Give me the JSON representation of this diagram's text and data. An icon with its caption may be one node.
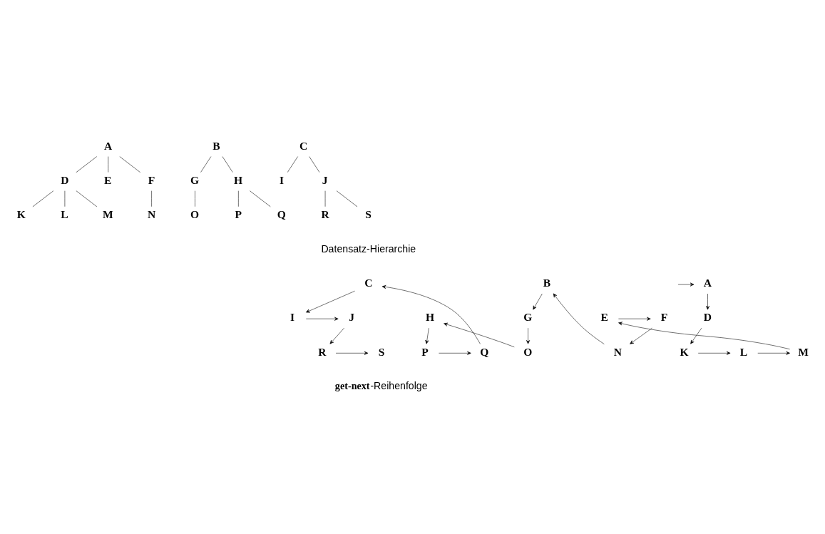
{
  "diagram": {
    "nodes": [
      {
        "text": [
          "A"
        ]
      },
      {
        "text": [
          "B"
        ]
      },
      {
        "text": [
          "C"
        ]
      },
      {
        "text": [
          "D"
        ]
      },
      {
        "text": [
          "E"
        ]
      },
      {
        "text": [
          "F"
        ]
      },
      {
        "text": [
          "G"
        ]
      },
      {
        "text": [
          "H"
        ]
      },
      {
        "text": [
          "I"
        ]
      },
      {
        "text": [
          "J"
        ]
      },
      {
        "text": [
          "K"
        ]
      },
      {
        "text": [
          "L"
        ]
      },
      {
        "text": [
          "M"
        ]
      },
      {
        "text": [
          "N"
        ]
      },
      {
        "text": [
          "O"
        ]
      },
      {
        "text": [
          "P"
        ]
      },
      {
        "text": [
          "Q"
        ]
      },
      {
        "text": [
          "R"
        ]
      },
      {
        "text": [
          "S"
        ]
      },
      {
        "text": [
          "A"
        ]
      },
      {
        "text": [
          "B"
        ]
      },
      {
        "text": [
          "C"
        ]
      },
      {
        "text": [
          "D"
        ]
      },
      {
        "text": [
          "E"
        ]
      },
      {
        "text": [
          "F"
        ]
      },
      {
        "text": [
          "G"
        ]
      },
      {
        "text": [
          "H"
        ]
      },
      {
        "text": [
          "I"
        ]
      },
      {
        "text": [
          "J"
        ]
      },
      {
        "text": [
          "K"
        ]
      },
      {
        "text": [
          "L"
        ]
      },
      {
        "text": [
          "M"
        ]
      },
      {
        "text": [
          "N"
        ]
      },
      {
        "text": [
          "O"
        ]
      },
      {
        "text": [
          "P"
        ]
      },
      {
        "text": [
          "Q"
        ]
      },
      {
        "text": [
          "R"
        ]
      },
      {
        "text": [
          "S"
        ]
      }
    ],
    "edges": [
      {
        "from": 0,
        "to": 3,
        "arrow": "none"
      },
      {
        "from": 0,
        "to": 4,
        "arrow": "none"
      },
      {
        "from": 0,
        "to": 5,
        "arrow": "none"
      },
      {
        "from": 3,
        "to": 10,
        "arrow": "none"
      },
      {
        "from": 3,
        "to": 11,
        "arrow": "none"
      },
      {
        "from": 3,
        "to": 12,
        "arrow": "none"
      },
      {
        "from": 5,
        "to": 13,
        "arrow": "none"
      },
      {
        "from": 1,
        "to": 6,
        "arrow": "none"
      },
      {
        "from": 1,
        "to": 7,
        "arrow": "none"
      },
      {
        "from": 6,
        "to": 14,
        "arrow": "none"
      },
      {
        "from": 7,
        "to": 15,
        "arrow": "none"
      },
      {
        "from": 7,
        "to": 16,
        "arrow": "none"
      },
      {
        "from": 2,
        "to": 8,
        "arrow": "none"
      },
      {
        "from": 2,
        "to": 9,
        "arrow": "none"
      },
      {
        "from": 9,
        "to": 17,
        "arrow": "none"
      },
      {
        "from": 9,
        "to": 18,
        "arrow": "none"
      },
      {
        "from": null,
        "to": 19,
        "arrow": "to"
      },
      {
        "from": 19,
        "to": 22,
        "arrow": "to"
      },
      {
        "from": 22,
        "to": 29,
        "arrow": "to"
      },
      {
        "from": 29,
        "to": 30,
        "arrow": "to"
      },
      {
        "from": 30,
        "to": 31,
        "arrow": "to"
      },
      {
        "from": 31,
        "to": 23,
        "arrow": "to"
      },
      {
        "from": 23,
        "to": 24,
        "arrow": "to"
      },
      {
        "from": 24,
        "to": 32,
        "arrow": "to"
      },
      {
        "from": 32,
        "to": 20,
        "arrow": "to"
      },
      {
        "from": 20,
        "to": 25,
        "arrow": "to"
      },
      {
        "from": 25,
        "to": 33,
        "arrow": "to"
      },
      {
        "from": 33,
        "to": 26,
        "arrow": "to"
      },
      {
        "from": 26,
        "to": 34,
        "arrow": "to"
      },
      {
        "from": 34,
        "to": 35,
        "arrow": "to"
      },
      {
        "from": 35,
        "to": 21,
        "arrow": "to"
      },
      {
        "from": 21,
        "to": 27,
        "arrow": "to"
      },
      {
        "from": 27,
        "to": 28,
        "arrow": "to"
      },
      {
        "from": 28,
        "to": 36,
        "arrow": "to"
      },
      {
        "from": 36,
        "to": 37,
        "arrow": "to"
      }
    ],
    "labels": [
      "Datensatz-Hierarchie",
      "**get-next**-Reihenfolge"
    ]
  }
}
